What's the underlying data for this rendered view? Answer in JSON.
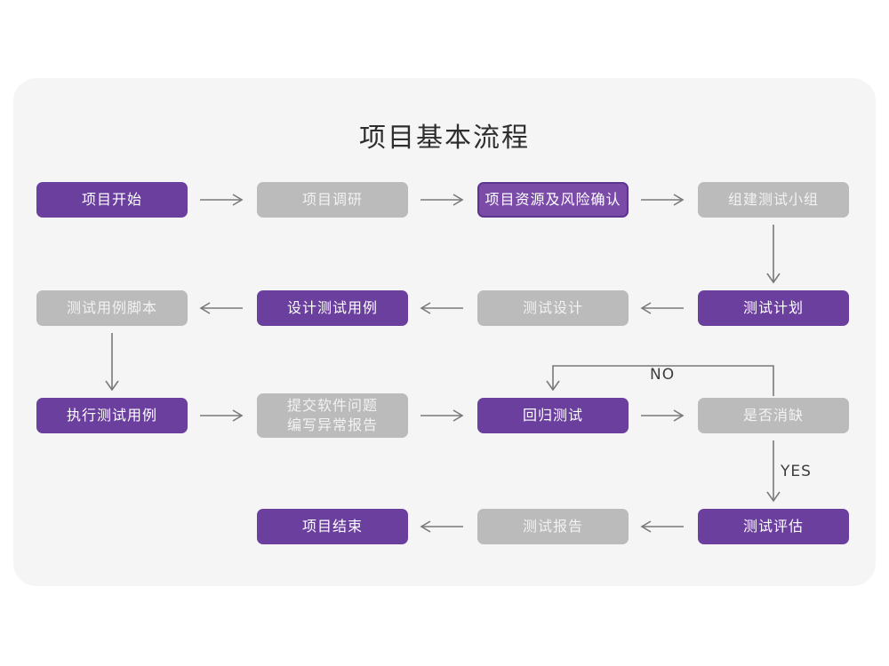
{
  "title": "项目基本流程",
  "colors": {
    "canvas": "#ffffff",
    "panel": "#f5f5f5",
    "purple": "#6b3f9e",
    "purple_outline_fill": "#7a4ca8",
    "purple_outline_border": "#5d3490",
    "gray": "#bbbbbb",
    "gray_text": "#f2f2f2",
    "connector": "#7a7a7a",
    "title_text": "#2e2e2e"
  },
  "nodes": [
    {
      "id": "n1",
      "label": "项目开始",
      "style": "purple"
    },
    {
      "id": "n2",
      "label": "项目调研",
      "style": "gray"
    },
    {
      "id": "n3",
      "label": "项目资源及风险确认",
      "style": "purple-outline"
    },
    {
      "id": "n4",
      "label": "组建测试小组",
      "style": "gray"
    },
    {
      "id": "n5",
      "label": "测试计划",
      "style": "purple"
    },
    {
      "id": "n6",
      "label": "测试设计",
      "style": "gray"
    },
    {
      "id": "n7",
      "label": "设计测试用例",
      "style": "purple"
    },
    {
      "id": "n8",
      "label": "测试用例脚本",
      "style": "gray"
    },
    {
      "id": "n9",
      "label": "执行测试用例",
      "style": "purple"
    },
    {
      "id": "n10",
      "label": "提交软件问题\n编写异常报告",
      "style": "gray"
    },
    {
      "id": "n11",
      "label": "回归测试",
      "style": "purple"
    },
    {
      "id": "n12",
      "label": "是否消缺",
      "style": "gray"
    },
    {
      "id": "n13",
      "label": "测试评估",
      "style": "purple"
    },
    {
      "id": "n14",
      "label": "测试报告",
      "style": "gray"
    },
    {
      "id": "n15",
      "label": "项目结束",
      "style": "purple"
    }
  ],
  "edge_labels": {
    "no": "NO",
    "yes": "YES"
  }
}
